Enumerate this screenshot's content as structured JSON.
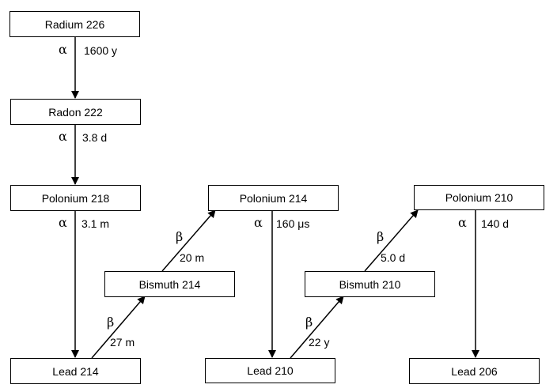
{
  "title": "Radium-226 decay chain",
  "nuclides": {
    "ra226": "Radium 226",
    "rn222": "Radon 222",
    "po218": "Polonium 218",
    "po214": "Polonium 214",
    "po210": "Polonium 210",
    "bi214": "Bismuth 214",
    "bi210": "Bismuth 210",
    "pb214": "Lead 214",
    "pb210": "Lead 210",
    "pb206": "Lead 206"
  },
  "decays": [
    {
      "from": "Radium 226",
      "to": "Radon 222",
      "mode": "α",
      "half_life": "1600 y"
    },
    {
      "from": "Radon 222",
      "to": "Polonium 218",
      "mode": "α",
      "half_life": "3.8 d"
    },
    {
      "from": "Polonium 218",
      "to": "Lead 214",
      "mode": "α",
      "half_life": "3.1 m"
    },
    {
      "from": "Lead 214",
      "to": "Bismuth 214",
      "mode": "β",
      "half_life": "27 m"
    },
    {
      "from": "Bismuth 214",
      "to": "Polonium 214",
      "mode": "β",
      "half_life": "20 m"
    },
    {
      "from": "Polonium 214",
      "to": "Lead 210",
      "mode": "α",
      "half_life": "160 μs"
    },
    {
      "from": "Lead 210",
      "to": "Bismuth 210",
      "mode": "β",
      "half_life": "22 y"
    },
    {
      "from": "Bismuth 210",
      "to": "Polonium 210",
      "mode": "β",
      "half_life": "5.0 d"
    },
    {
      "from": "Polonium 210",
      "to": "Lead 206",
      "mode": "α",
      "half_life": "140 d"
    }
  ]
}
